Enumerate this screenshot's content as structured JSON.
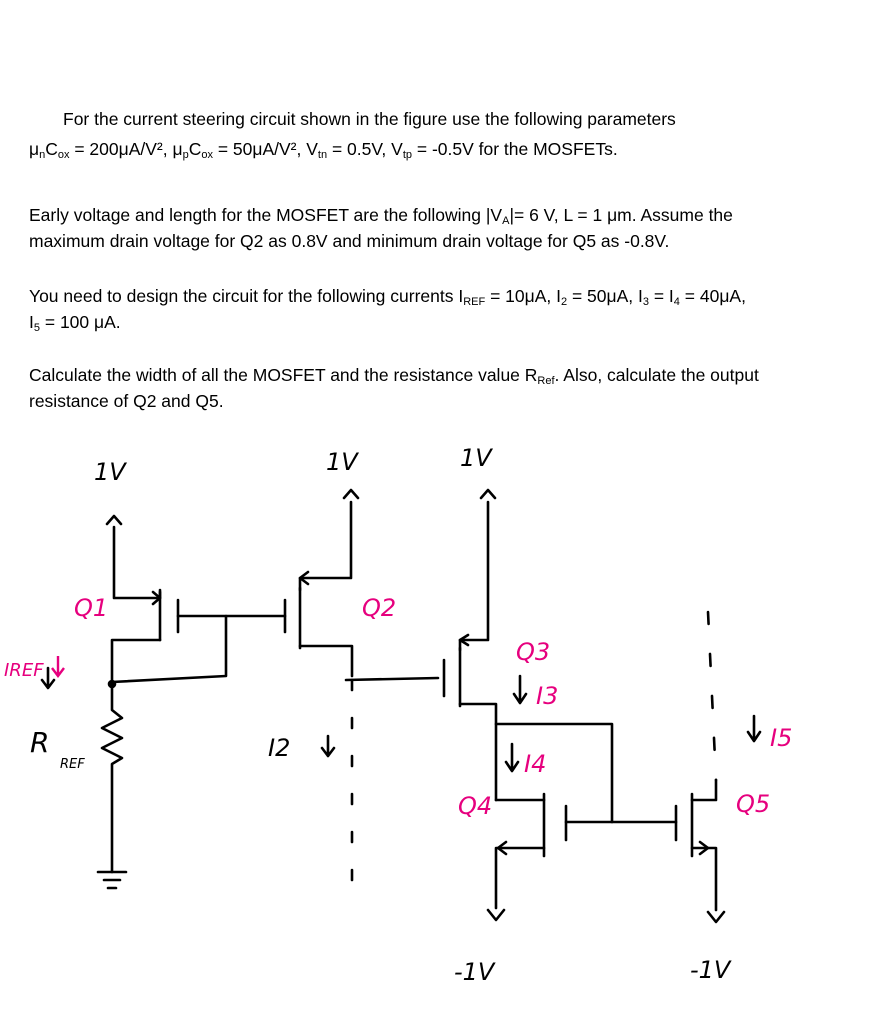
{
  "problem": {
    "p1_line1": "For the current steering circuit shown in the figure use the following parameters",
    "p1_line2": {
      "mun": "μ",
      "n_sub": "n",
      "cox1": "C",
      "ox_sub1": "ox",
      "eq1": " = 200μA/V², μ",
      "p_sub": "p",
      "cox2": "C",
      "ox_sub2": "ox",
      "eq2": " = 50μA/V², V",
      "tn_sub": "tn",
      "eq3": " = 0.5V, V",
      "tp_sub": "tp",
      "eq4": " = -0.5V for the MOSFETs."
    },
    "p2_line1": {
      "a": "Early voltage and length for the MOSFET are the following |V",
      "A_sub": "A",
      "b": "|= 6 V, L = 1 μm. Assume the"
    },
    "p2_line2": "maximum drain voltage for Q2 as 0.8V and minimum drain voltage for Q5 as -0.8V.",
    "p3_line1": {
      "a": "You need to design the circuit for the following currents I",
      "ref_sub": "REF",
      "b": " = 10μA, I",
      "s2": "2",
      "c": " = 50μA, I",
      "s3": "3",
      "d": " = I",
      "s4": "4",
      "e": " = 40μA,"
    },
    "p3_line2": {
      "a": "I",
      "s5": "5",
      "b": " = 100 μA."
    },
    "p4_line1": {
      "a": "Calculate the width of all the MOSFET and the resistance value R",
      "ref_sub": "Ref",
      "b": ". Also, calculate the output"
    },
    "p4_line2": "resistance of Q2 and Q5."
  },
  "circuit": {
    "supply_q1": "1V",
    "supply_q2": "1V",
    "supply_q3": "1V",
    "neg_supply_q4": "-1V",
    "neg_supply_q5": "-1V",
    "q1": "Q1",
    "q2": "Q2",
    "q3": "Q3",
    "q4": "Q4",
    "q5": "Q5",
    "iref": "IREF",
    "r": "R",
    "ref": "REF",
    "i2": "I2",
    "i3": "I3",
    "i4": "I4",
    "i5": "I5",
    "colors": {
      "ink": "#000000",
      "label": "#e6007e"
    }
  }
}
